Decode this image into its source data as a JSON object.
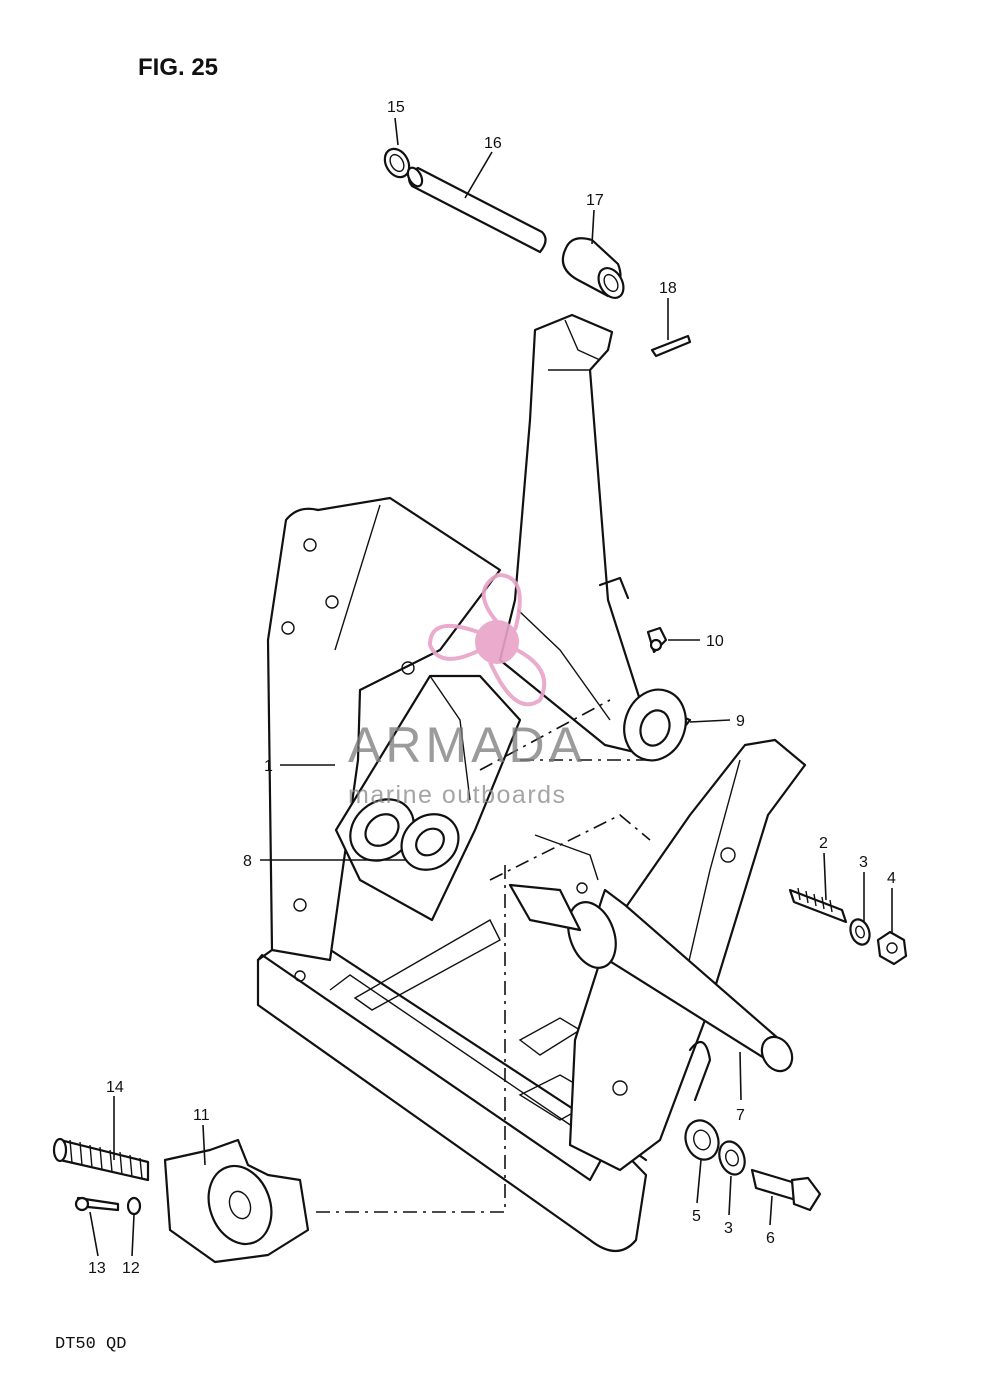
{
  "figure": {
    "title": "FIG. 25",
    "model": "DT50 QD"
  },
  "watermark": {
    "brand": "ARMADA",
    "tagline": "marine outboards",
    "color": "#e8a3c8"
  },
  "callouts": [
    {
      "id": "c1",
      "label": "1"
    },
    {
      "id": "c2",
      "label": "2"
    },
    {
      "id": "c3a",
      "label": "3"
    },
    {
      "id": "c3b",
      "label": "3"
    },
    {
      "id": "c4",
      "label": "4"
    },
    {
      "id": "c5",
      "label": "5"
    },
    {
      "id": "c6",
      "label": "6"
    },
    {
      "id": "c7",
      "label": "7"
    },
    {
      "id": "c8",
      "label": "8"
    },
    {
      "id": "c9",
      "label": "9"
    },
    {
      "id": "c10",
      "label": "10"
    },
    {
      "id": "c11",
      "label": "11"
    },
    {
      "id": "c12",
      "label": "12"
    },
    {
      "id": "c13",
      "label": "13"
    },
    {
      "id": "c14",
      "label": "14"
    },
    {
      "id": "c15",
      "label": "15"
    },
    {
      "id": "c16",
      "label": "16"
    },
    {
      "id": "c17",
      "label": "17"
    },
    {
      "id": "c18",
      "label": "18"
    }
  ]
}
